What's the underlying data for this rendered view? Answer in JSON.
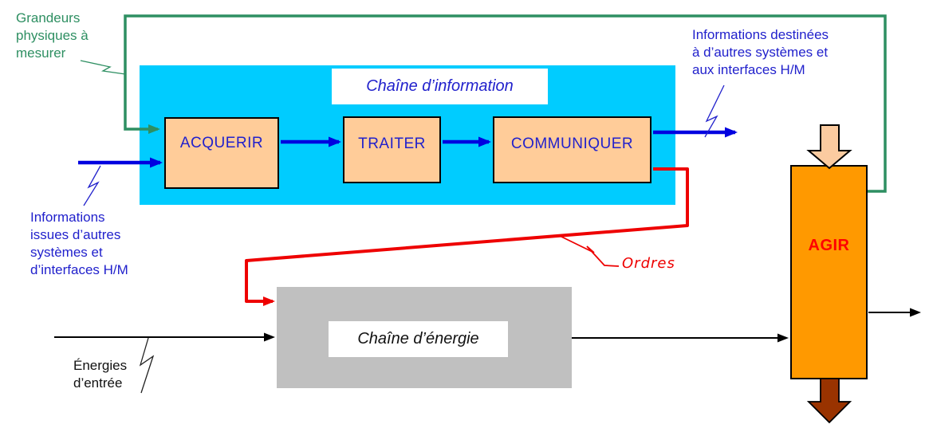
{
  "diagram": {
    "info_chain": {
      "title": "Chaîne d’information",
      "blocks": [
        {
          "label": "ACQUERIR"
        },
        {
          "label": "TRAITER"
        },
        {
          "label": "COMMUNIQUER"
        }
      ]
    },
    "energy_chain": {
      "title": "Chaîne d’énergie"
    },
    "actuator": {
      "label": "AGIR"
    },
    "labels": {
      "grandeurs": "Grandeurs\nphysiques à\nmesurer",
      "info_out": "Informations destinées\nà d’autres systèmes et\naux interfaces H/M",
      "info_in": "Informations\nissues d’autres\nsystèmes et\nd’interfaces H/M",
      "ordres": "Ordres",
      "energies": "Énergies\nd’entrée"
    },
    "colors": {
      "info_panel_cyan": "#00CCFF",
      "block_fill_peach": "#FFCC99",
      "energy_panel_gray": "#C0C0C0",
      "actuator_fill_orange": "#FF9900",
      "signal_blue": "#0000E0",
      "text_blue": "#2121CC",
      "order_red": "#EE0000",
      "measure_green": "#339966",
      "agir_text_red": "#FF0000",
      "input_fat_arrow_peach": "#FBCBA0",
      "output_fat_arrow_brown": "#993300"
    }
  }
}
